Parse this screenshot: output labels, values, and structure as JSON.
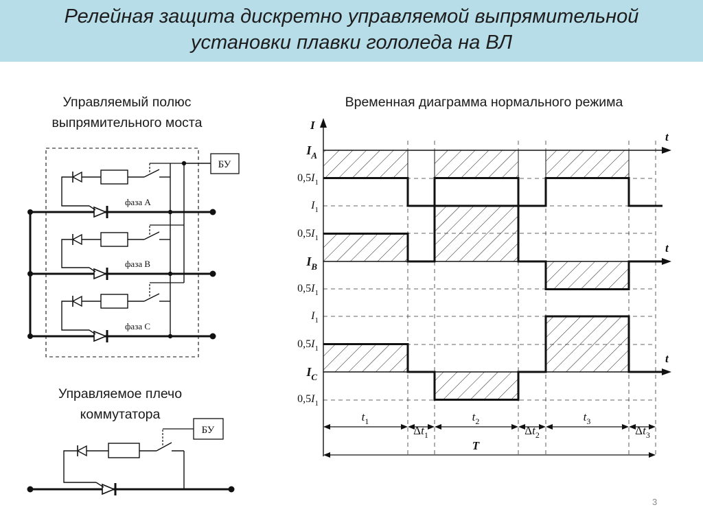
{
  "title": {
    "line1": "Релейная защита дискретно управляемой выпрямительной",
    "line2": "установки плавки гололеда на ВЛ"
  },
  "left_panel": {
    "caption_line1": "Управляемый полюс",
    "caption_line2": "выпрямительного моста",
    "control_unit_label": "БУ",
    "phase_labels": [
      "фаза А",
      "фаза В",
      "фаза С"
    ]
  },
  "commutator_panel": {
    "caption_line1": "Управляемое плечо",
    "caption_line2": "коммутатора",
    "control_unit_label": "БУ"
  },
  "timing_diagram": {
    "caption": "Временная диаграмма нормального режима",
    "y_axis_label": "I",
    "x_axis_label": "t",
    "trace_labels": [
      {
        "main": "I",
        "sub": "A"
      },
      {
        "main": "I",
        "sub": "B"
      },
      {
        "main": "I",
        "sub": "C"
      }
    ],
    "level_labels": [
      {
        "pre": "0,5",
        "main": "I",
        "sub": "1"
      },
      {
        "pre": "",
        "main": "I",
        "sub": "1"
      },
      {
        "pre": "0,5",
        "main": "I",
        "sub": "1"
      },
      {
        "pre": "0,5",
        "main": "I",
        "sub": "1"
      },
      {
        "pre": "",
        "main": "I",
        "sub": "1"
      },
      {
        "pre": "0,5",
        "main": "I",
        "sub": "1"
      },
      {
        "pre": "0,5",
        "main": "I",
        "sub": "1"
      }
    ],
    "intervals": [
      {
        "pre": "",
        "main": "t",
        "sub": "1"
      },
      {
        "pre": "Δ",
        "main": "t",
        "sub": "1"
      },
      {
        "pre": "",
        "main": "t",
        "sub": "2"
      },
      {
        "pre": "Δ",
        "main": "t",
        "sub": "2"
      },
      {
        "pre": "",
        "main": "t",
        "sub": "3"
      },
      {
        "pre": "Δ",
        "main": "t",
        "sub": "3"
      }
    ],
    "period_label": "T",
    "waveforms_I1_units": {
      "segments": [
        "t1",
        "Δt1",
        "t2",
        "Δt2",
        "t3",
        "Δt3"
      ],
      "I_A": [
        0.5,
        1,
        0.5,
        1,
        0.5,
        1
      ],
      "I_B": [
        0.5,
        0,
        1,
        0,
        -0.5,
        0
      ],
      "I_C": [
        0.5,
        0,
        -0.5,
        0,
        1,
        0
      ]
    }
  },
  "page_number": "3"
}
